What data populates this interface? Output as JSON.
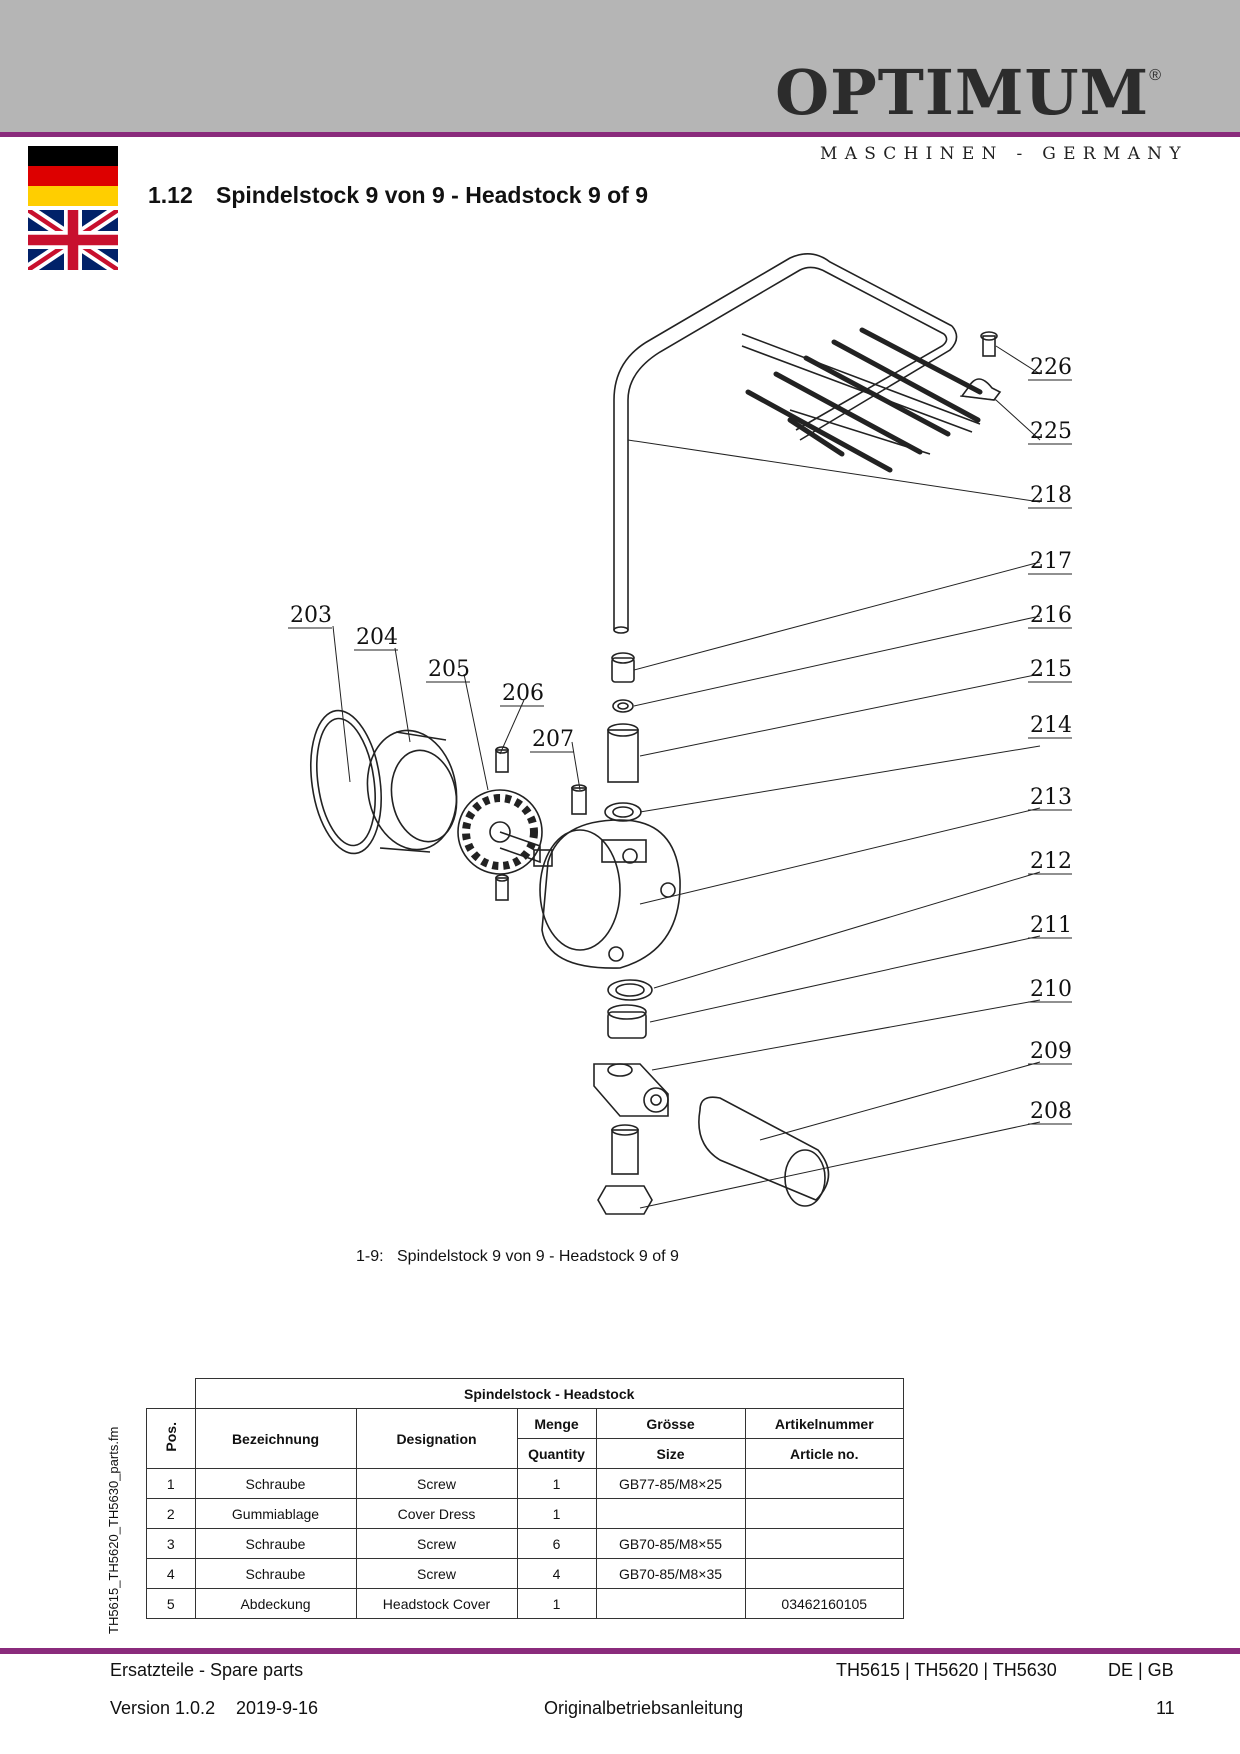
{
  "header": {
    "brand": "OPTIMUM",
    "registered_mark": "®",
    "brand_sub": "MASCHINEN - GERMANY",
    "colors": {
      "band": "#b5b5b5",
      "accent": "#8a2b7c"
    }
  },
  "flags": [
    "flag-germany",
    "flag-united-kingdom"
  ],
  "section": {
    "number": "1.12",
    "title": "Spindelstock 9 von 9 - Headstock 9 of 9"
  },
  "diagram": {
    "callouts": [
      "203",
      "204",
      "205",
      "206",
      "207",
      "208",
      "209",
      "210",
      "211",
      "212",
      "213",
      "214",
      "215",
      "216",
      "217",
      "218",
      "225",
      "226"
    ]
  },
  "caption": {
    "figure": "1-9:",
    "text": "Spindelstock 9 von 9 - Headstock  9 of 9"
  },
  "side_label": "TH5615_TH5620_TH5630_parts.fm",
  "table": {
    "title": "Spindelstock - Headstock",
    "headers": {
      "pos": "Pos.",
      "bezeichnung": "Bezeichnung",
      "designation": "Designation",
      "menge": "Menge",
      "quantity": "Quantity",
      "groesse": "Grösse",
      "size": "Size",
      "artikelnummer": "Artikelnummer",
      "article_no": "Article no."
    },
    "rows": [
      {
        "pos": "1",
        "bezeichnung": "Schraube",
        "designation": "Screw",
        "menge": "1",
        "groesse": "GB77-85/M8×25",
        "artikel": ""
      },
      {
        "pos": "2",
        "bezeichnung": "Gummiablage",
        "designation": "Cover Dress",
        "menge": "1",
        "groesse": "",
        "artikel": ""
      },
      {
        "pos": "3",
        "bezeichnung": "Schraube",
        "designation": "Screw",
        "menge": "6",
        "groesse": "GB70-85/M8×55",
        "artikel": ""
      },
      {
        "pos": "4",
        "bezeichnung": "Schraube",
        "designation": "Screw",
        "menge": "4",
        "groesse": "GB70-85/M8×35",
        "artikel": ""
      },
      {
        "pos": "5",
        "bezeichnung": "Abdeckung",
        "designation": "Headstock Cover",
        "menge": "1",
        "groesse": "",
        "artikel": "03462160105"
      }
    ]
  },
  "footer": {
    "left_top": "Ersatzteile - Spare parts",
    "models": "TH5615 | TH5620 | TH5630",
    "lang": "DE | GB",
    "version": "Version 1.0.2",
    "date": "2019-9-16",
    "center": "Originalbetriebsanleitung",
    "page": "11"
  }
}
